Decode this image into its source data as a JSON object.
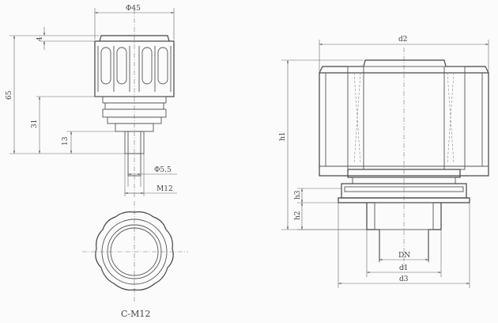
{
  "left_view": {
    "dims": {
      "phi45": "Φ45",
      "d4": "4",
      "d65": "65",
      "d31": "31",
      "d13": "13",
      "phi55": "Φ5.5",
      "m12": "M12"
    },
    "caption": "C-M12"
  },
  "right_view": {
    "dims": {
      "d2": "d2",
      "h1": "h1",
      "h2": "h2",
      "h3": "h3",
      "dn": "DN",
      "d1": "d1",
      "d3": "d3"
    }
  }
}
